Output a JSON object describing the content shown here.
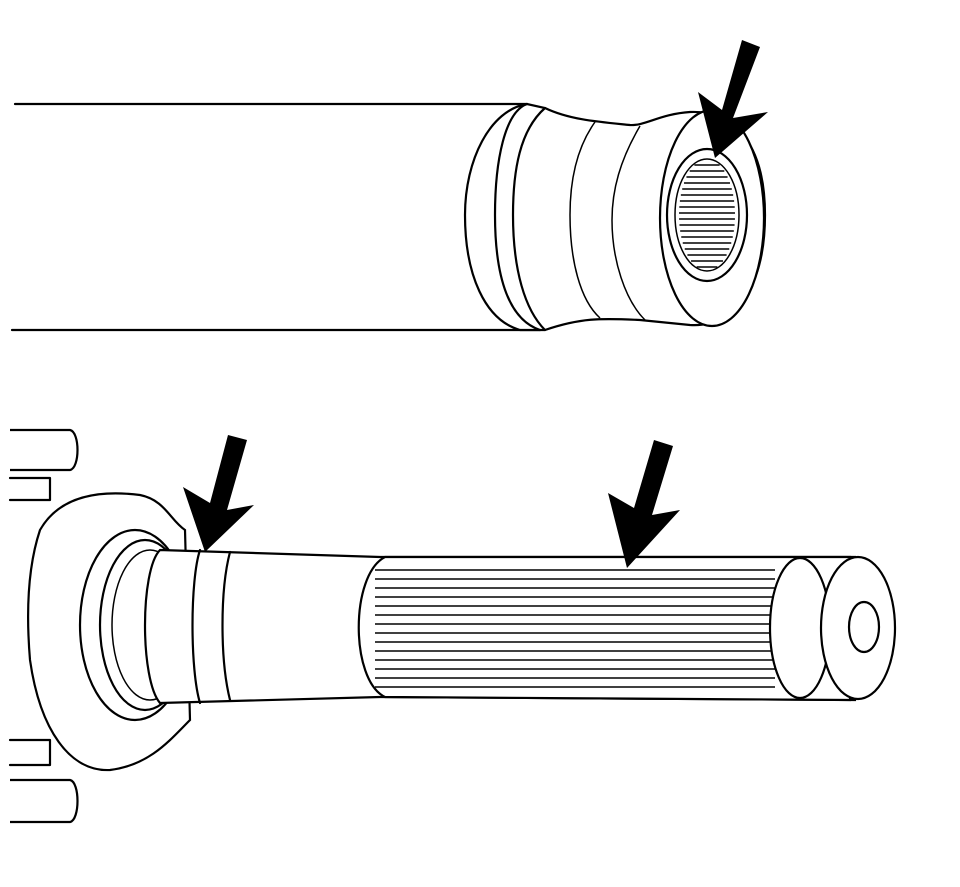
{
  "figure": {
    "parts": [
      "slip-yoke-tube",
      "transmission-output-shaft"
    ],
    "arrows": [
      {
        "target": "slip-yoke-internal-splines"
      },
      {
        "target": "output-shaft-seal-surface"
      },
      {
        "target": "output-shaft-external-splines"
      }
    ],
    "colors": {
      "line": "#000000",
      "background": "#ffffff",
      "arrow": "#000000"
    }
  }
}
